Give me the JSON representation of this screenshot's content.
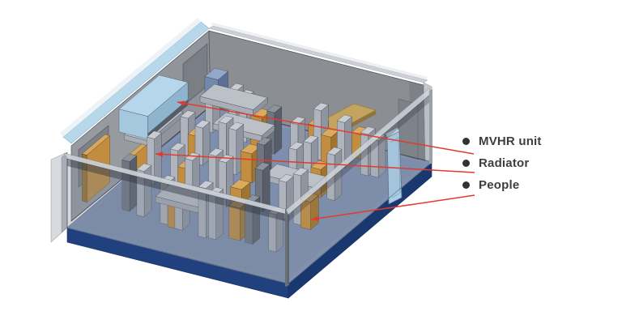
{
  "legend": {
    "items": [
      {
        "label": "MVHR unit"
      },
      {
        "label": "Radiator"
      },
      {
        "label": "People"
      }
    ]
  },
  "colors": {
    "background": "#ffffff",
    "annotation_red": "#e23a2e",
    "legend_text": "#3e3e3e",
    "legend_bullet": "#323232",
    "floor_slab_blue": "#20407e",
    "floor_top": "#8292b2",
    "wall_gray": "#91959b",
    "glazing_blue": "#b7d7eb",
    "mvhr_blue": "#b6d6ec",
    "radiator_orange": "#c28d3f",
    "people_gray": "#b0b5bd",
    "desk_table_gray": "#bcc1c8"
  }
}
